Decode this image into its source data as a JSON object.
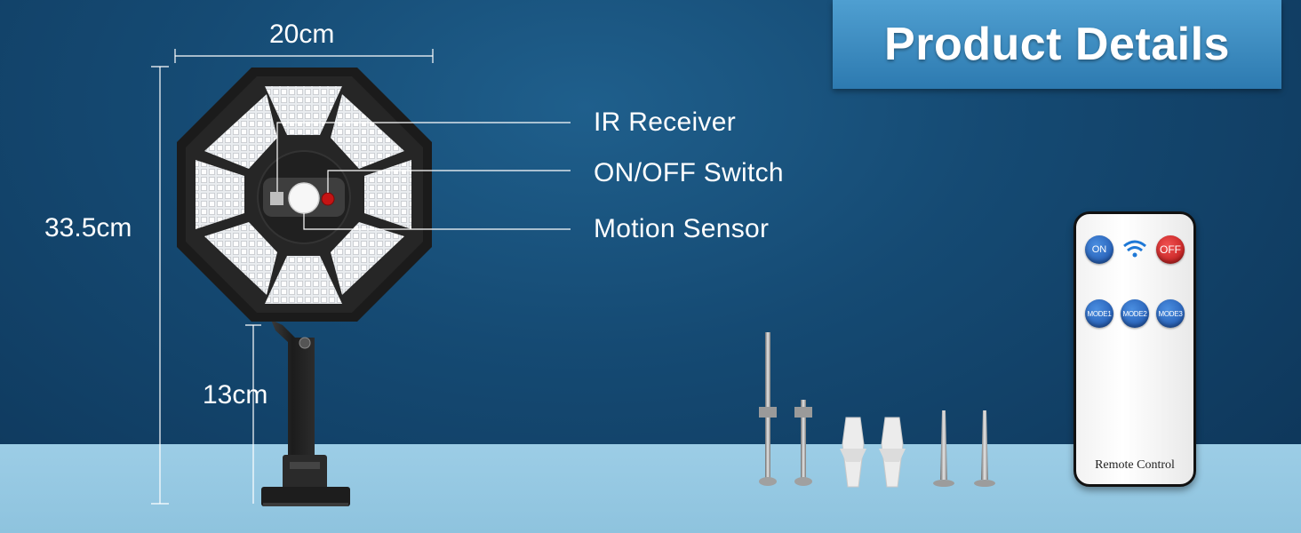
{
  "title": "Product Details",
  "dimensions": {
    "width": "20cm",
    "height": "33.5cm",
    "pole": "13cm"
  },
  "callouts": {
    "ir_receiver": "IR Receiver",
    "on_off_switch": "ON/OFF Switch",
    "motion_sensor": "Motion Sensor"
  },
  "remote": {
    "on": "ON",
    "off": "OFF",
    "mode1": "MODE1",
    "mode2": "MODE2",
    "mode3": "MODE3",
    "label": "Remote Control"
  },
  "colors": {
    "background": "#154a73",
    "floor": "#9ccde6",
    "title_box": "#3d8cc2",
    "button_blue": "#1a4fa8",
    "button_red": "#b81414"
  }
}
